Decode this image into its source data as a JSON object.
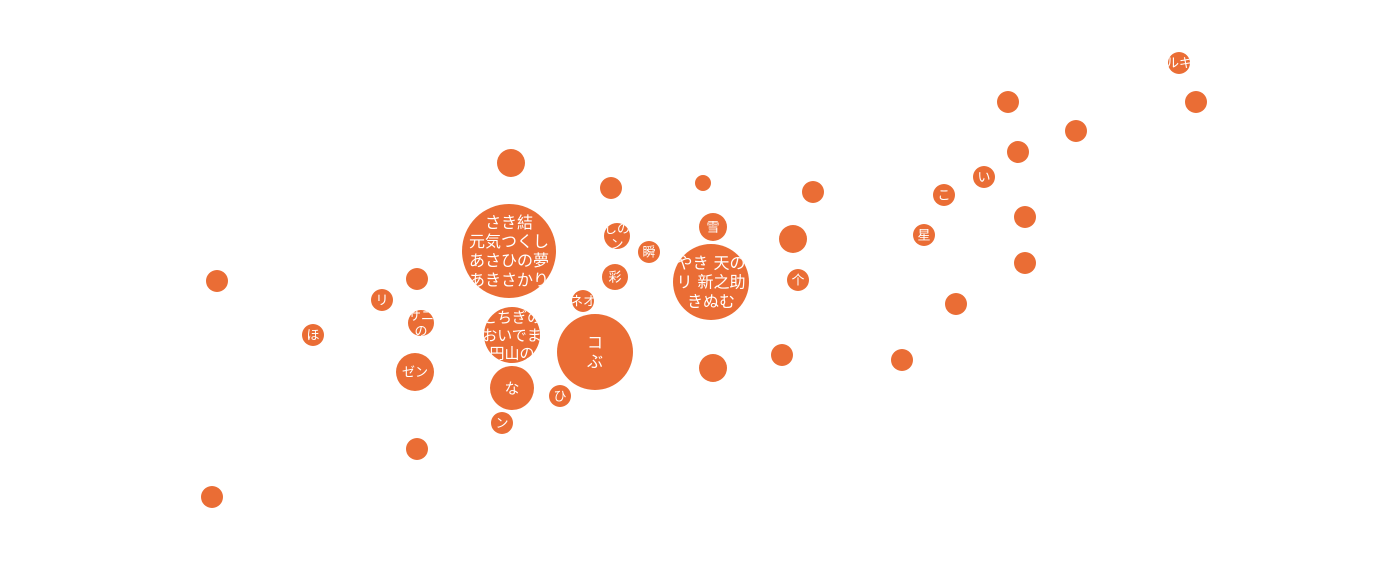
{
  "chart_data": {
    "type": "scatter",
    "title": "",
    "xlabel": "",
    "ylabel": "",
    "xlim": [
      0,
      120
    ],
    "ylim": [
      0,
      56
    ],
    "grid": false,
    "color": "#ea6d35",
    "points": [
      {
        "x": 1.7,
        "y": 25.9,
        "size": 11,
        "labels": []
      },
      {
        "x": 1.2,
        "y": 4.3,
        "size": 11,
        "labels": []
      },
      {
        "x": 11.3,
        "y": 20.5,
        "size": 11,
        "labels": [
          "ほ"
        ]
      },
      {
        "x": 18.2,
        "y": 24.0,
        "size": 11,
        "labels": [
          "リ"
        ]
      },
      {
        "x": 21.7,
        "y": 26.1,
        "size": 11,
        "labels": []
      },
      {
        "x": 22.1,
        "y": 21.7,
        "size": 13,
        "labels": [
          "サニ",
          "の"
        ]
      },
      {
        "x": 21.5,
        "y": 16.8,
        "size": 19,
        "labels": [
          "ゼン"
        ]
      },
      {
        "x": 21.7,
        "y": 9.1,
        "size": 11,
        "labels": []
      },
      {
        "x": 31.1,
        "y": 37.7,
        "size": 14,
        "labels": []
      },
      {
        "x": 30.9,
        "y": 28.9,
        "size": 47,
        "labels": [
          "さき結",
          "元気つくし",
          "あさひの夢",
          "あきさかり"
        ]
      },
      {
        "x": 31.2,
        "y": 20.5,
        "size": 28,
        "labels": [
          "とちぎの",
          "おいでま",
          "円山の"
        ]
      },
      {
        "x": 31.2,
        "y": 15.2,
        "size": 22,
        "labels": [
          "な"
        ]
      },
      {
        "x": 30.2,
        "y": 11.7,
        "size": 11,
        "labels": [
          "ン"
        ]
      },
      {
        "x": 36.0,
        "y": 14.4,
        "size": 11,
        "labels": [
          "ひ"
        ]
      },
      {
        "x": 38.3,
        "y": 23.9,
        "size": 11,
        "labels": [
          "ネオ"
        ]
      },
      {
        "x": 39.5,
        "y": 18.8,
        "size": 38,
        "labels": [
          "コ",
          "ぶ"
        ]
      },
      {
        "x": 41.1,
        "y": 35.2,
        "size": 11,
        "labels": []
      },
      {
        "x": 41.7,
        "y": 30.4,
        "size": 13,
        "labels": [
          "しの",
          "ン"
        ]
      },
      {
        "x": 41.5,
        "y": 26.3,
        "size": 13,
        "labels": [
          "彩"
        ]
      },
      {
        "x": 44.9,
        "y": 28.8,
        "size": 11,
        "labels": [
          "瞬"
        ]
      },
      {
        "x": 50.3,
        "y": 35.7,
        "size": 8,
        "labels": []
      },
      {
        "x": 51.3,
        "y": 31.3,
        "size": 14,
        "labels": [
          "雪"
        ]
      },
      {
        "x": 51.1,
        "y": 25.8,
        "size": 38,
        "labels": [
          "やき 天の",
          "リ 新之助",
          "きぬむ"
        ]
      },
      {
        "x": 51.3,
        "y": 17.2,
        "size": 14,
        "labels": []
      },
      {
        "x": 58.2,
        "y": 18.5,
        "size": 11,
        "labels": []
      },
      {
        "x": 59.3,
        "y": 30.1,
        "size": 14,
        "labels": []
      },
      {
        "x": 59.8,
        "y": 26.0,
        "size": 11,
        "labels": [
          "个"
        ]
      },
      {
        "x": 61.3,
        "y": 34.8,
        "size": 11,
        "labels": []
      },
      {
        "x": 70.2,
        "y": 18.0,
        "size": 11,
        "labels": []
      },
      {
        "x": 72.4,
        "y": 30.5,
        "size": 11,
        "labels": [
          "星"
        ]
      },
      {
        "x": 74.4,
        "y": 34.5,
        "size": 11,
        "labels": [
          "こ"
        ]
      },
      {
        "x": 75.6,
        "y": 23.6,
        "size": 11,
        "labels": []
      },
      {
        "x": 78.4,
        "y": 36.3,
        "size": 11,
        "labels": [
          "い"
        ]
      },
      {
        "x": 80.8,
        "y": 43.8,
        "size": 11,
        "labels": []
      },
      {
        "x": 81.8,
        "y": 38.8,
        "size": 11,
        "labels": []
      },
      {
        "x": 82.5,
        "y": 32.3,
        "size": 11,
        "labels": []
      },
      {
        "x": 82.5,
        "y": 27.7,
        "size": 11,
        "labels": []
      },
      {
        "x": 87.6,
        "y": 40.9,
        "size": 11,
        "labels": []
      },
      {
        "x": 97.9,
        "y": 47.7,
        "size": 11,
        "labels": [
          "ルキ"
        ]
      },
      {
        "x": 99.6,
        "y": 43.8,
        "size": 11,
        "labels": []
      }
    ]
  }
}
